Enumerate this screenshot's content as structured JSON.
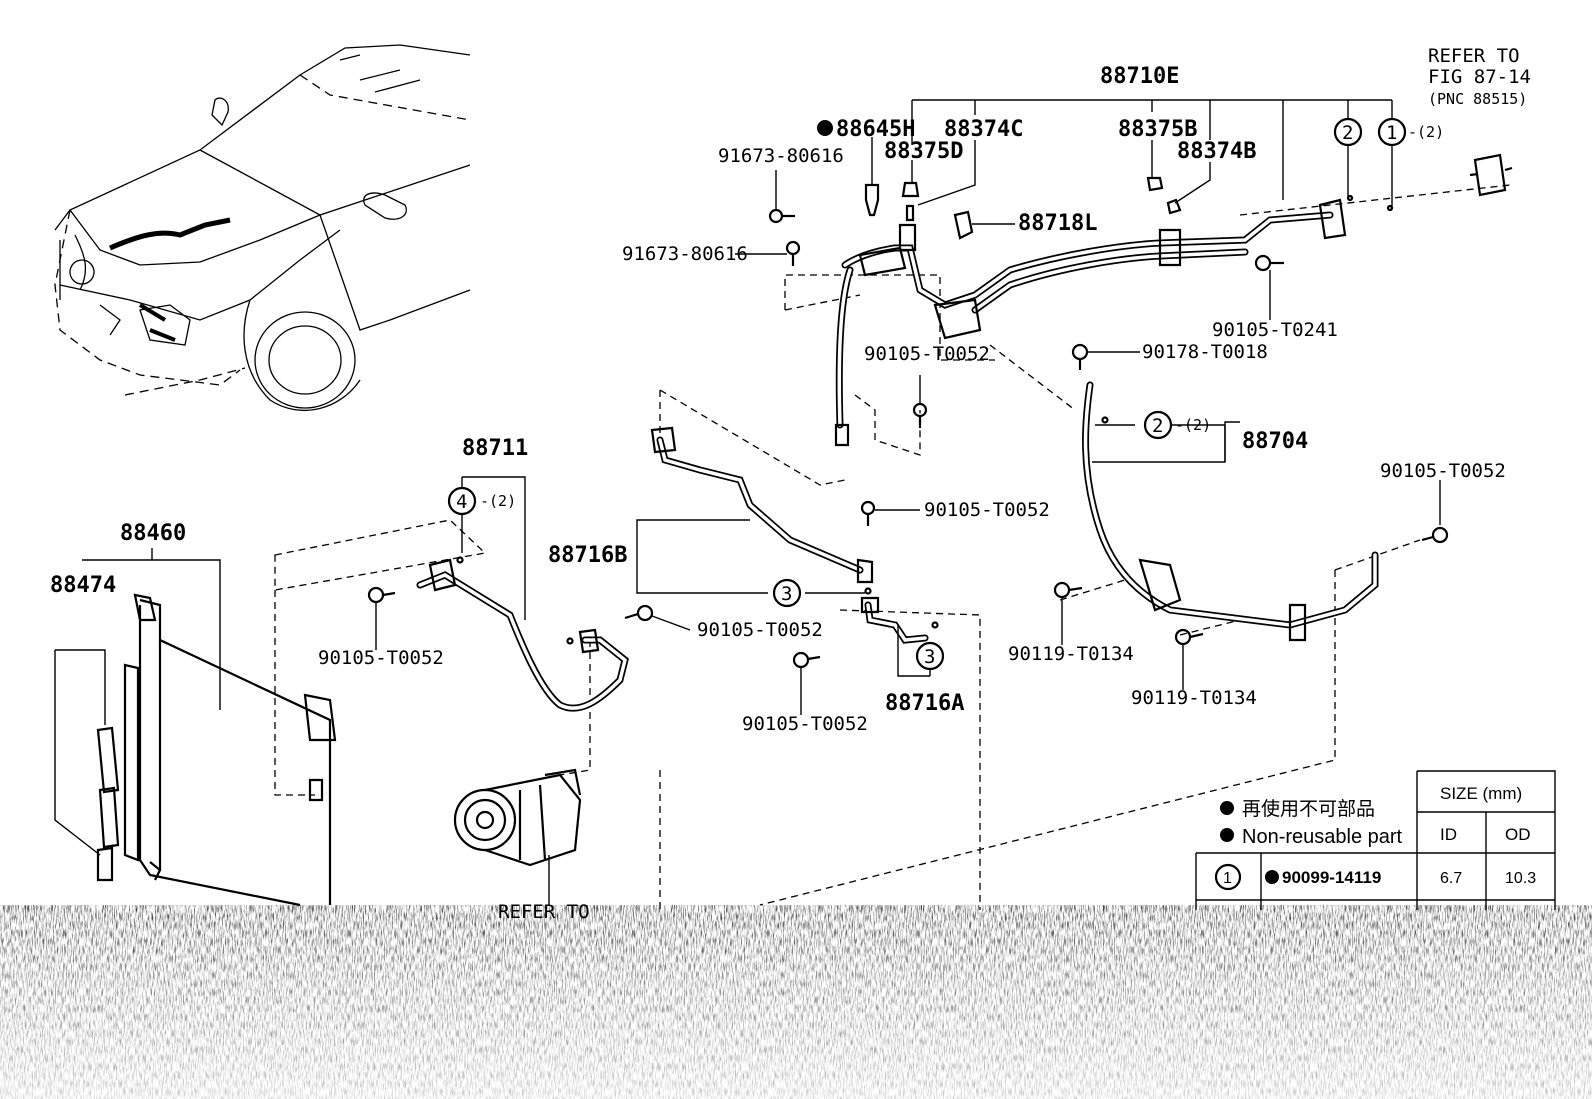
{
  "diagram": {
    "callouts": {
      "p88710E": "88710E",
      "refer_top": [
        "REFER TO",
        "FIG 87-14",
        "(PNC 88515)"
      ],
      "p88645H": "88645H",
      "p88374C": "88374C",
      "p88375B": "88375B",
      "p88375D": "88375D",
      "p88374B": "88374B",
      "p91673_1": "91673-80616",
      "p91673_2": "91673-80616",
      "p88718L": "88718L",
      "p90105_T0241": "90105-T0241",
      "p90105_T0052_a": "90105-T0052",
      "p90178_T0018": "90178-T0018",
      "p88704": "88704",
      "p90105_T0052_b": "90105-T0052",
      "p88711": "88711",
      "p90105_T0052_c": "90105-T0052",
      "p88716B": "88716B",
      "p88460": "88460",
      "p88474": "88474",
      "p90105_T0052_d": "90105-T0052",
      "p90105_T0052_e": "90105-T0052",
      "p90119_T0134_a": "90119-T0134",
      "p90119_T0134_b": "90119-T0134",
      "p90105_T0052_f": "90105-T0052",
      "p88716A": "88716A",
      "refer_bottom": "REFER TO"
    },
    "circled": {
      "c1": "1",
      "c2_top": "2",
      "c2_mid": "2",
      "c3_a": "3",
      "c3_b": "3",
      "c4": "4",
      "qty_c1": "-(2)",
      "qty_c2": "-(2)",
      "qty_c4": "-(2)"
    },
    "legend": {
      "jp": "再使用不可部品",
      "en": "Non-reusable part"
    },
    "size_table": {
      "header": "SIZE (mm)",
      "col_id": "ID",
      "col_od": "OD",
      "rows": [
        {
          "key": "1",
          "part": "90099-14119",
          "id": "6.7",
          "od": "10.3"
        }
      ]
    }
  }
}
